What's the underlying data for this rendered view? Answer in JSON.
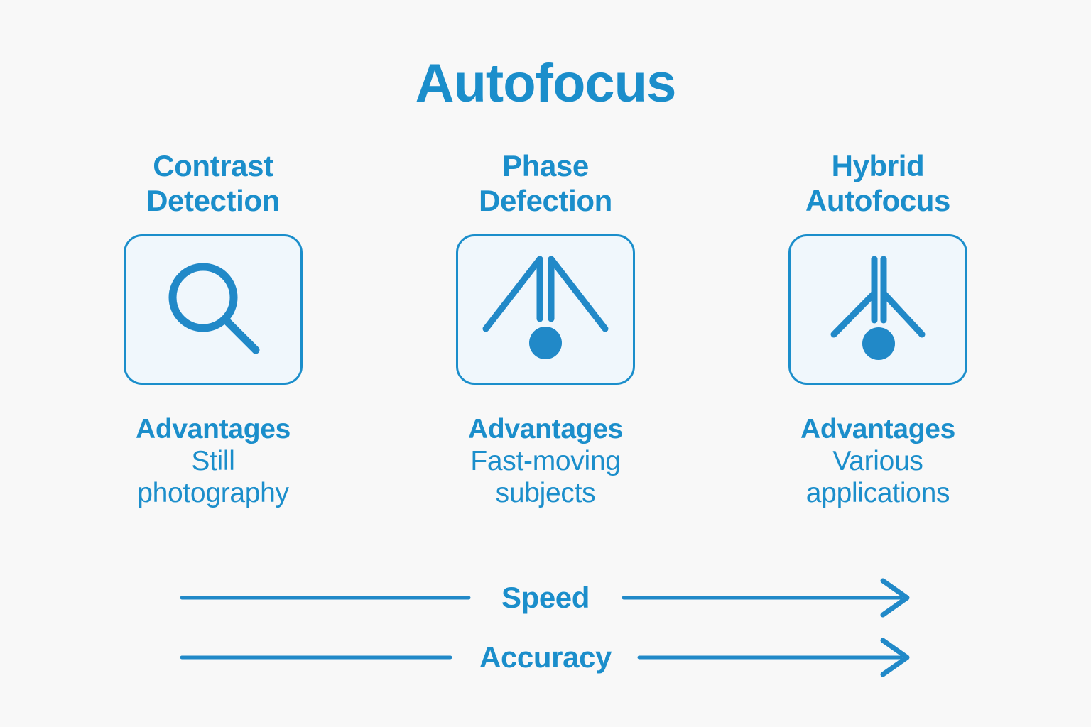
{
  "page": {
    "title": "Autofocus",
    "background_color": "#f8f8f8",
    "accent_color": "#1b8ecb",
    "icon_box_fill": "#f0f7fc"
  },
  "columns": [
    {
      "heading_line1": "Contrast",
      "heading_line2": "Detection",
      "icon": "magnifier-icon",
      "advantages_title": "Advantages",
      "advantages_line1": "Still",
      "advantages_line2": "photography"
    },
    {
      "heading_line1": "Phase",
      "heading_line2": "Defection",
      "icon": "phase-detection-icon",
      "advantages_title": "Advantages",
      "advantages_line1": "Fast-moving",
      "advantages_line2": "subjects"
    },
    {
      "heading_line1": "Hybrid",
      "heading_line2": "Autofocus",
      "icon": "hybrid-autofocus-icon",
      "advantages_title": "Advantages",
      "advantages_line1": "Various",
      "advantages_line2": "applications"
    }
  ],
  "arrows": [
    {
      "label": "Speed"
    },
    {
      "label": "Accuracy"
    }
  ]
}
